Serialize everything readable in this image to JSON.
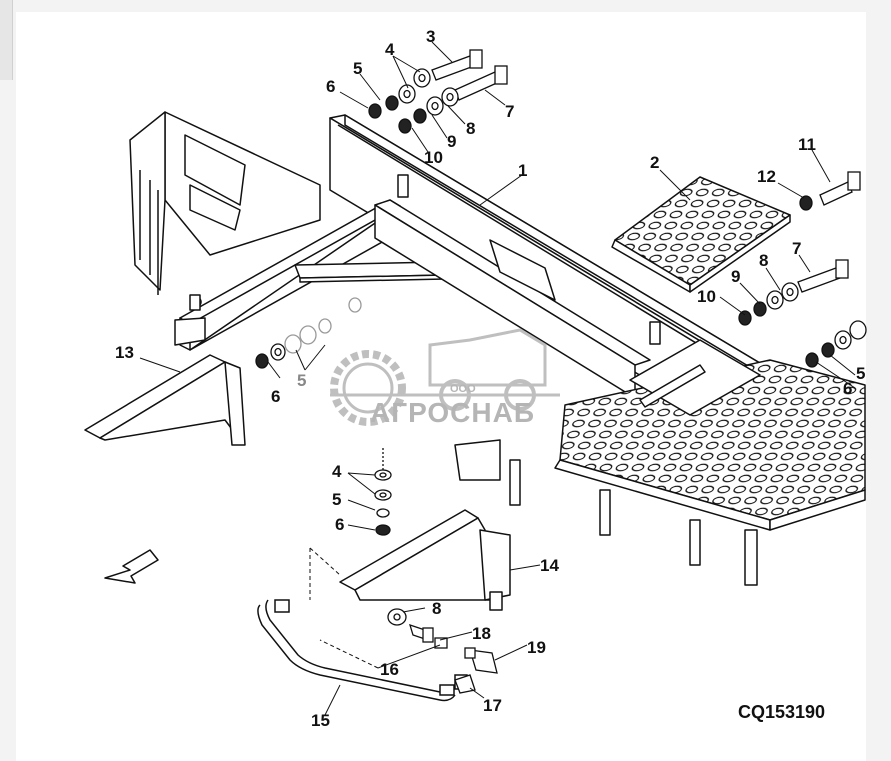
{
  "diagram": {
    "drawing_code": "CQ153190",
    "callouts": [
      {
        "id": "c3a",
        "text": "3"
      },
      {
        "id": "c4a",
        "text": "4"
      },
      {
        "id": "c5a",
        "text": "5"
      },
      {
        "id": "c6a",
        "text": "6"
      },
      {
        "id": "c7a",
        "text": "7"
      },
      {
        "id": "c8a",
        "text": "8"
      },
      {
        "id": "c9a",
        "text": "9"
      },
      {
        "id": "c10a",
        "text": "10"
      },
      {
        "id": "c1",
        "text": "1"
      },
      {
        "id": "c2",
        "text": "2"
      },
      {
        "id": "c11",
        "text": "11"
      },
      {
        "id": "c12",
        "text": "12"
      },
      {
        "id": "c7b",
        "text": "7"
      },
      {
        "id": "c8b",
        "text": "8"
      },
      {
        "id": "c9b",
        "text": "9"
      },
      {
        "id": "c10b",
        "text": "10"
      },
      {
        "id": "c5b",
        "text": "5"
      },
      {
        "id": "c6b",
        "text": "6"
      },
      {
        "id": "c13",
        "text": "13"
      },
      {
        "id": "c6c",
        "text": "6"
      },
      {
        "id": "c5c",
        "text": "5"
      },
      {
        "id": "c4b",
        "text": "4"
      },
      {
        "id": "c5d",
        "text": "5"
      },
      {
        "id": "c6d",
        "text": "6"
      },
      {
        "id": "c14",
        "text": "14"
      },
      {
        "id": "c8c",
        "text": "8"
      },
      {
        "id": "c18",
        "text": "18"
      },
      {
        "id": "c19",
        "text": "19"
      },
      {
        "id": "c16",
        "text": "16"
      },
      {
        "id": "c17",
        "text": "17"
      },
      {
        "id": "c15",
        "text": "15"
      }
    ]
  },
  "watermark": {
    "company_form": "ООО",
    "company_name": "АГРОСНАБ"
  },
  "colors": {
    "line": "#111111",
    "watermark": "#b5b5b5",
    "background": "#ffffff"
  }
}
